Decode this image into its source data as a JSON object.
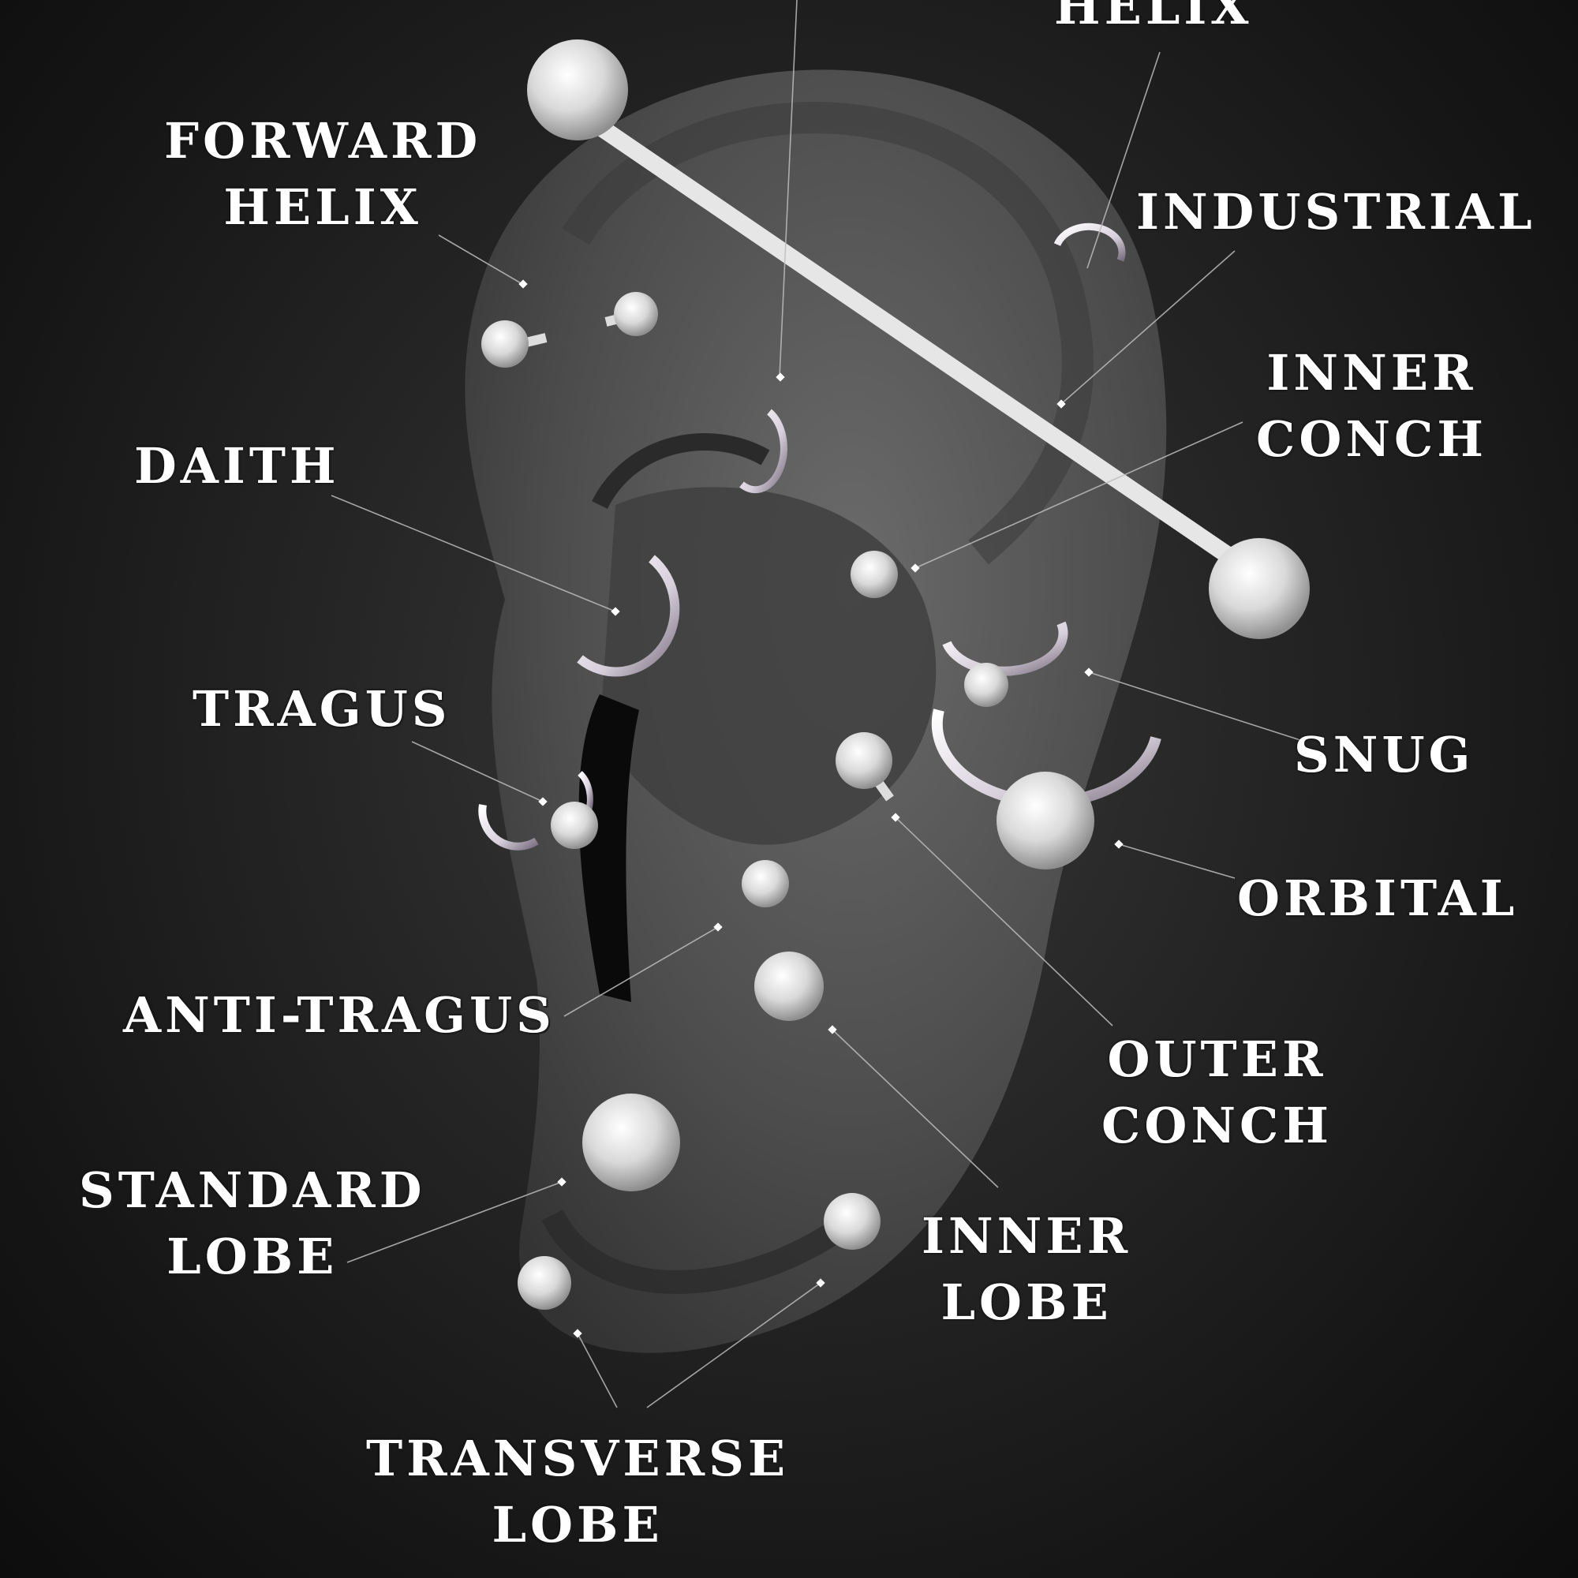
{
  "diagram": {
    "colors": {
      "background": "#1b1b1b",
      "ear": "#5a5a5a",
      "jewelry": "#f2f2f2",
      "label_text": "#ffffff",
      "leader_line": "#bdbdbd"
    },
    "labels": {
      "helix": [
        "HELIX"
      ],
      "forward_helix": [
        "FORWARD",
        "HELIX"
      ],
      "industrial": [
        "INDUSTRIAL"
      ],
      "inner_conch": [
        "INNER",
        "CONCH"
      ],
      "daith": [
        "DAITH"
      ],
      "tragus": [
        "TRAGUS"
      ],
      "snug": [
        "SNUG"
      ],
      "orbital": [
        "ORBITAL"
      ],
      "anti_tragus": [
        "ANTI-TRAGUS"
      ],
      "outer_conch": [
        "OUTER",
        "CONCH"
      ],
      "standard_lobe": [
        "STANDARD",
        "LOBE"
      ],
      "inner_lobe": [
        "INNER",
        "LOBE"
      ],
      "transverse_lobe": [
        "TRANSVERSE",
        "LOBE"
      ]
    }
  }
}
